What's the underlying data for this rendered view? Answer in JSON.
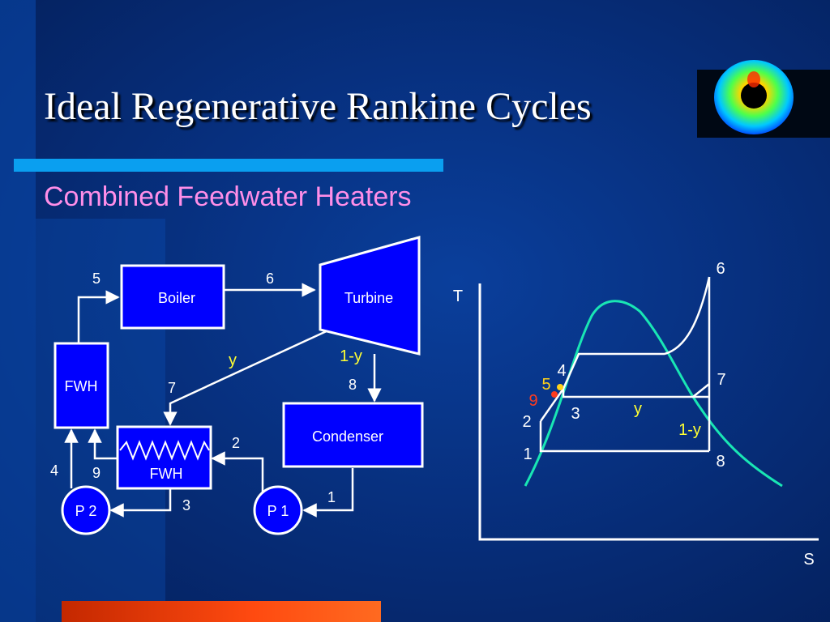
{
  "title": "Ideal Regenerative Rankine Cycles",
  "subtitle": "Combined Feedwater Heaters",
  "schematic": {
    "boiler": "Boiler",
    "turbine": "Turbine",
    "condenser": "Condenser",
    "fwh_open": "FWH",
    "fwh_closed": "FWH",
    "pump1": "P 1",
    "pump2": "P 2",
    "state_5": "5",
    "state_6": "6",
    "state_7": "7",
    "state_8": "8",
    "state_1": "1",
    "state_2": "2",
    "state_3": "3",
    "state_4": "4",
    "state_9": "9",
    "fraction_y": "y",
    "fraction_1y": "1-y"
  },
  "ts_diagram": {
    "axis_t": "T",
    "axis_s": "S",
    "pt_6": "6",
    "pt_7": "7",
    "pt_8": "8",
    "pt_4": "4",
    "pt_5": "5",
    "pt_9": "9",
    "pt_2": "2",
    "pt_3": "3",
    "pt_1": "1",
    "frac_y": "y",
    "frac_1y": "1-y"
  },
  "colors": {
    "component_fill": "#0000ff",
    "saturation_dome": "#19e6b4",
    "fraction_label": "#ffff33",
    "label_9": "#ff3b1e",
    "label_5": "#ffd21a"
  }
}
